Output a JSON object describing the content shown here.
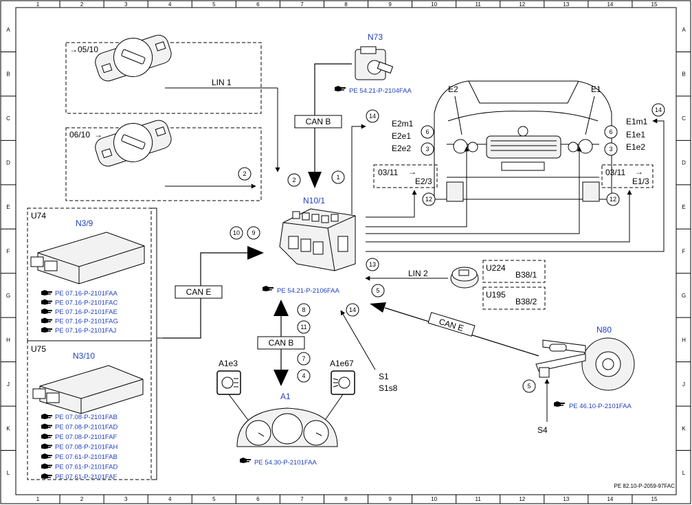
{
  "grid": {
    "columns": [
      "1",
      "2",
      "3",
      "4",
      "5",
      "6",
      "7",
      "8",
      "9",
      "10",
      "11",
      "12",
      "13",
      "14",
      "15"
    ],
    "rows": [
      "A",
      "B",
      "C",
      "D",
      "E",
      "F",
      "G",
      "H",
      "J",
      "K",
      "L"
    ]
  },
  "components": {
    "S1_top": "S1",
    "S1_bottom": "S1",
    "date_05_10": "05/10",
    "date_06_10": "06/10",
    "N73": "N73",
    "N73_ref": "PE 54.21-P-2104FAA",
    "N10_1": "N10/1",
    "N10_1_ref": "PE 54.21-P-2106FAA",
    "U74": "U74",
    "N3_9": "N3/9",
    "U74_refs": [
      "PE 07.16-P-2101FAA",
      "PE 07.16-P-2101FAC",
      "PE 07.16-P-2101FAE",
      "PE 07.16-P-2101FAG",
      "PE 07.16-P-2101FAJ"
    ],
    "U75": "U75",
    "N3_10": "N3/10",
    "U75_refs": [
      "PE 07.08-P-2101FAB",
      "PE 07.08-P-2101FAD",
      "PE 07.08-P-2101FAF",
      "PE 07.08-P-2101FAH",
      "PE 07.61-P-2101FAB",
      "PE 07.61-P-2101FAD",
      "PE 07.61-P-2101FAF"
    ],
    "A1": "A1",
    "A1e3": "A1e3",
    "A1e67": "A1e67",
    "A1_ref": "PE 54.30-P-2101FAA",
    "E1": "E1",
    "E2": "E2",
    "E2_items": [
      "E2m1",
      "E2e1",
      "E2e2"
    ],
    "E1_items": [
      "E1m1",
      "E1e1",
      "E1e2"
    ],
    "E2_3_date": "03/11",
    "E2_3": "E2/3",
    "E1_3_date": "03/11",
    "E1_3": "E1/3",
    "U224": "U224",
    "B38_1": "B38/1",
    "U195": "U195",
    "B38_2": "B38/2",
    "N80": "N80",
    "N80_ref": "PE 46.10-P-2101FAA",
    "S1_bottom_label": "S1",
    "S1s8": "S1s8",
    "S4": "S4",
    "footer": "PE 82.10-P-2059-97FAC"
  },
  "buses": {
    "lin1": "LIN 1",
    "lin2": "LIN 2",
    "can_b_top": "CAN B",
    "can_b_bottom": "CAN B",
    "can_e_left": "CAN E",
    "can_e_right": "CAN E"
  },
  "markers": {
    "m1": "1",
    "m2": "2",
    "m2b": "2",
    "m3a": "3",
    "m3b": "3",
    "m4": "4",
    "m5a": "5",
    "m5b": "5",
    "m6a": "6",
    "m6b": "6",
    "m7": "7",
    "m8": "8",
    "m9": "9",
    "m10": "10",
    "m11": "11",
    "m12a": "12",
    "m12b": "12",
    "m13": "13",
    "m14a": "14",
    "m14b": "14",
    "m14c": "14"
  },
  "icons": [
    "pointing-hand-icon",
    "ignition-lock-icon",
    "control-unit-icon",
    "headlamp-symbol-icon",
    "steering-switch-icon",
    "rain-light-sensor-icon"
  ]
}
